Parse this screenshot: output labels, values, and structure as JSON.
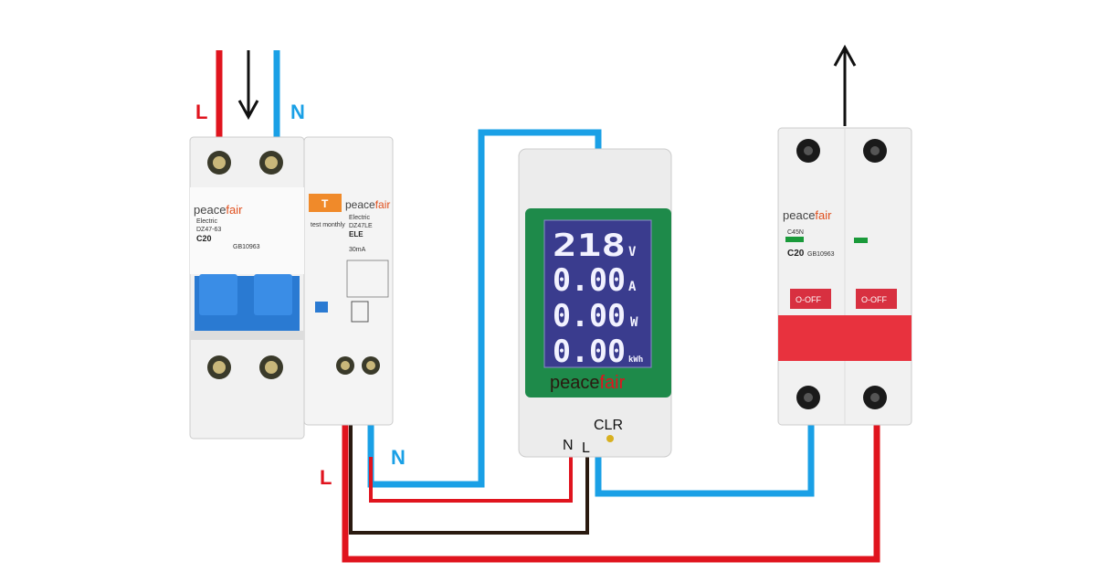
{
  "input_labels": {
    "line": "L",
    "neutral": "N"
  },
  "output_labels": {
    "line": "L",
    "neutral": "N"
  },
  "colors": {
    "line_wire": "#e0141e",
    "neutral_wire": "#1aa0e6",
    "direction_arrow": "#111111",
    "common_wire": "#2a1a10"
  },
  "rcbo": {
    "brand": "peacefair",
    "brand_prefix": "peace",
    "brand_suffix": "fair",
    "mcb_text": {
      "maker": "Electric",
      "model": "DZ47-63",
      "rating": "C20",
      "code": "GB10963"
    },
    "rcd_text": {
      "test_button": "T",
      "note": "test monthly",
      "maker": "Electric",
      "model": "DZ47LE",
      "type": "ELE",
      "leakage": "30mA"
    }
  },
  "meter": {
    "brand_prefix": "peace",
    "brand_suffix": "fair",
    "readings": [
      {
        "value": "218",
        "unit": "V"
      },
      {
        "value": "0.00",
        "unit": "A"
      },
      {
        "value": "0.00",
        "unit": "W"
      },
      {
        "value": "0.00",
        "unit": "kWh"
      }
    ],
    "clear_label": "CLR",
    "terminal_n": "N",
    "terminal_l": "L"
  },
  "mcb": {
    "brand_prefix": "peace",
    "brand_suffix": "fair",
    "model": "C45N",
    "rating": "C20",
    "code": "GB10963",
    "toggle_left": "O-OFF",
    "toggle_right": "O-OFF"
  }
}
